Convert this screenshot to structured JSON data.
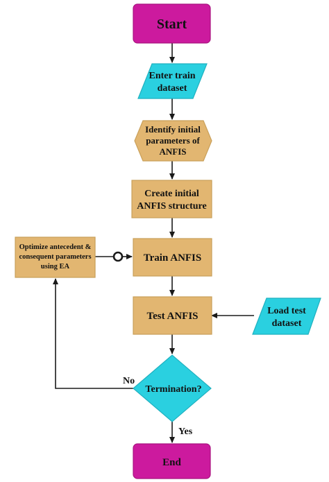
{
  "colors": {
    "terminal": "#cc1a9e",
    "io": "#2ad0e0",
    "process": "#e2b671",
    "decision": "#2ad0e0",
    "stroke_process": "#c9a05a",
    "stroke_terminal": "#a8137f",
    "stroke_io": "#1fb0bf",
    "arrow": "#1a1a1a"
  },
  "nodes": {
    "start": {
      "label": "Start"
    },
    "enter_train": {
      "line1": "Enter  train",
      "line2": "dataset"
    },
    "identify": {
      "line1": "Identify initial",
      "line2": "parameters of",
      "line3": "ANFIS"
    },
    "create": {
      "line1": "Create initial",
      "line2": "ANFIS structure"
    },
    "train": {
      "label": "Train ANFIS"
    },
    "optimize": {
      "line1": "Optimize antecedent &",
      "line2": "consequent parameters",
      "line3": "using EA"
    },
    "test": {
      "label": "Test ANFIS"
    },
    "load_test": {
      "line1": "Load test",
      "line2": "dataset"
    },
    "termination": {
      "label": "Termination?"
    },
    "end": {
      "label": "End"
    }
  },
  "edges": {
    "no_label": "No",
    "yes_label": "Yes"
  }
}
